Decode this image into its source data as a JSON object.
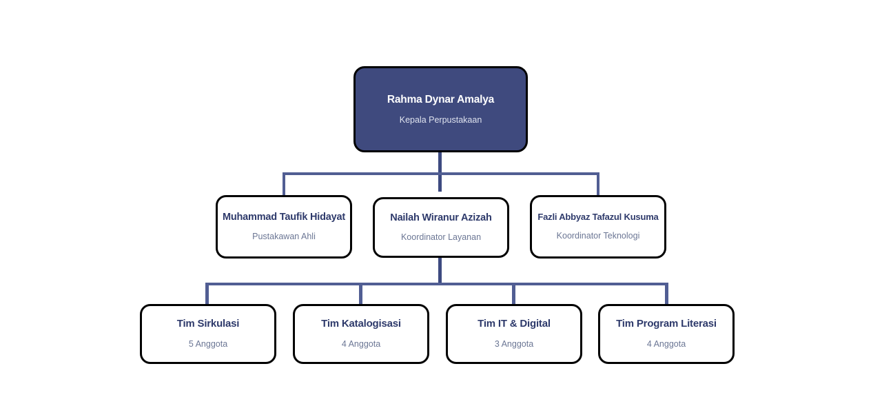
{
  "chart": {
    "type": "org-chart",
    "background_color": "#ffffff",
    "accent_color": "#3f4a7e",
    "connector_color": "#515e93",
    "levels": [
      {
        "level": 1,
        "nodes": [
          {
            "title": "Rahma Dynar Amalya",
            "subtitle": "Kepala Perpustakaan"
          }
        ]
      },
      {
        "level": 2,
        "nodes": [
          {
            "title": "Muhammad Taufik Hidayat",
            "subtitle": "Pustakawan Ahli"
          },
          {
            "title": "Nailah Wiranur Azizah",
            "subtitle": "Koordinator Layanan"
          },
          {
            "title": "Fazli Abbyaz Tafazul Kusuma",
            "subtitle": "Koordinator Teknologi"
          }
        ]
      },
      {
        "level": 3,
        "nodes": [
          {
            "title": "Tim Sirkulasi",
            "subtitle": "5 Anggota"
          },
          {
            "title": "Tim Katalogisasi",
            "subtitle": "4 Anggota"
          },
          {
            "title": "Tim IT & Digital",
            "subtitle": "3 Anggota"
          },
          {
            "title": "Tim Program Literasi",
            "subtitle": "4 Anggota"
          }
        ]
      }
    ]
  }
}
